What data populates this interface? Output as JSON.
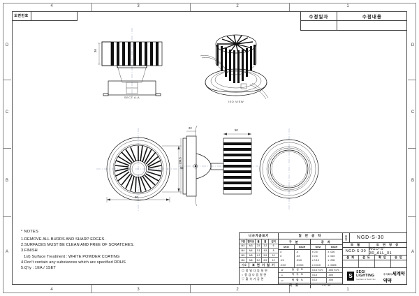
{
  "sheet": {
    "drawing_number_label": "도면번호",
    "drawing_number_value": "",
    "zones_top": [
      "4",
      "3",
      "2",
      "1"
    ],
    "zones_left": [
      "D",
      "C",
      "B",
      "A"
    ],
    "zones_bottom": [
      "4",
      "3",
      "2",
      "1"
    ],
    "zones_right": [
      "D",
      "C",
      "B",
      "A"
    ]
  },
  "revision": {
    "col_date": "수정일자",
    "col_content": "수정내용",
    "row_date": "",
    "row_content": ""
  },
  "notes": {
    "heading": "* NOTES",
    "lines": [
      "1.REMOVE ALL BURRS AND SHARP EDGES.",
      "2.SURFACES MUST BE CLEAN AND FREE OF SCRATCHES.",
      "3.FINISH",
      "1st) Surface Treatment : WHITE POWDER COATING",
      "4.Don't contain any substances which are specified ROHS",
      "5.Q'ty : 1EA / 1SET"
    ]
  },
  "views": [
    {
      "name": "section-side-view",
      "caption": "SECT A-A"
    },
    {
      "name": "isometric-view",
      "caption": "ISO VIEW"
    },
    {
      "name": "top-view",
      "caption": ""
    },
    {
      "name": "side-view",
      "caption": ""
    },
    {
      "name": "bottom-view",
      "caption": ""
    }
  ],
  "dimensions": {
    "top_view_dia": "90",
    "top_view_inner": "66",
    "side_view_height": "139.5",
    "side_view_flange": "22",
    "fin_width": "50",
    "section_height": "36"
  },
  "title_block": {
    "screw_table": {
      "header": "나사가공표기",
      "columns": [
        "구분",
        "탭가공",
        "홀",
        "볼",
        "깊이"
      ],
      "rows": [
        [
          "M3",
          "M3",
          "2.5",
          "3.2",
          "6"
        ],
        [
          "M4",
          "M4",
          "3.3",
          "4.5",
          "8"
        ],
        [
          "M5",
          "M5",
          "4.2",
          "5.5",
          "10"
        ],
        [
          "M6",
          "M6",
          "5.0",
          "6.5",
          "12"
        ]
      ]
    },
    "process": {
      "symbol_col": "기호",
      "header": "표 면 거 칠 기",
      "items": [
        "◎ 정 밀 다 듬 질 면",
        "○ 중 급 다 듬 질 면",
        "▽ 황 삭 가 공 면"
      ]
    },
    "tolerance": {
      "header": "일 반 공 차",
      "sub_left": "구 분",
      "sub_right": "공 차",
      "columns": [
        "M M",
        "INCH",
        "M M",
        "INCH"
      ],
      "rows": [
        [
          "X",
          ".X",
          "± 0.5",
          "± .020"
        ],
        [
          "X",
          ".XX",
          "± 0.5",
          "± .010"
        ],
        [
          ".XX",
          ".XXX",
          "± 0.13",
          "± .005"
        ],
        [
          ".XXX",
          ".XXXX",
          "± 0.013",
          "± .0005"
        ]
      ],
      "geometric": [
        {
          "symbol": "⌭",
          "name": "동 심 도",
          "v1": "0.13 T.I.R.",
          "v2": ".005 T.I.R."
        },
        {
          "symbol": "⊥",
          "name": "직 각 도",
          "v1": "0.13",
          "v2": ".005"
        },
        {
          "symbol": "⏥",
          "name": "평 활 도",
          "v1": "0.13",
          "v2": ".005"
        }
      ],
      "angle_label": "각 도",
      "angle_value": "± 0°  30'"
    },
    "part": {
      "pn_label": "품\n명",
      "pn_value": "NGD-S-30",
      "model_header": "모   델",
      "model_value": "NGD-S-30",
      "dwgname_header": "도 면 명 칭",
      "dwgname_value": "NGD-S-30_ALL_01",
      "sign_headers": [
        "설 계",
        "검 도",
        "확 인",
        "승 인"
      ],
      "sign_values": [
        "",
        "",
        "",
        ""
      ]
    },
    "company": {
      "logo_letter": "S",
      "name_en": "SEGI LIGHTING",
      "tagline": "Institute of New Flux",
      "name_kr": "세계약약약",
      "name_kr_prefix": "주식회사"
    }
  }
}
